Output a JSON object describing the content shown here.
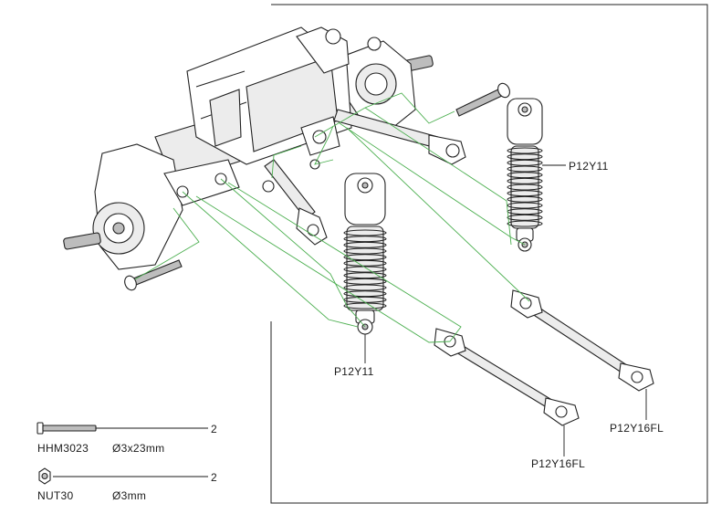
{
  "colors": {
    "guide_line": "#4caf50",
    "ink": "#222222",
    "background": "#ffffff"
  },
  "callouts": {
    "shock_right": "P12Y11",
    "shock_center": "P12Y11",
    "link_right": "P12Y16FL",
    "link_center": "P12Y16FL"
  },
  "hardware": [
    {
      "icon": "screw-icon",
      "part": "HHM3023",
      "size": "Ø3x23mm",
      "qty": "2"
    },
    {
      "icon": "nut-icon",
      "part": "NUT30",
      "size": "Ø3mm",
      "qty": "2"
    }
  ]
}
